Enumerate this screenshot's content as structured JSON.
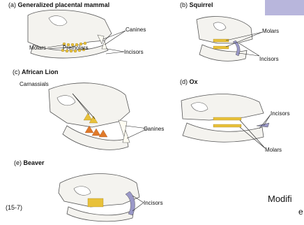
{
  "panels": {
    "a": {
      "letter": "(a)",
      "title": "Generalized placental mammal",
      "labels": {
        "canines": "Canines",
        "molars": "Molars",
        "premolars": "Premolars",
        "incisors": "Incisors"
      }
    },
    "b": {
      "letter": "(b)",
      "title": "Squirrel",
      "labels": {
        "molars": "Molars",
        "incisors": "Incisors"
      }
    },
    "c": {
      "letter": "(c)",
      "title": "African Lion",
      "labels": {
        "carnassials": "Carnassials",
        "canines": "Canines"
      }
    },
    "d": {
      "letter": "(d)",
      "title": "Ox",
      "labels": {
        "incisors": "Incisors",
        "molars": "Molars"
      }
    },
    "e": {
      "letter": "(e)",
      "title": "Beaver",
      "labels": {
        "incisors": "Incisors"
      }
    }
  },
  "figure_number": "(15-7)",
  "footer": {
    "modified": "Modifi",
    "trailing": "e"
  },
  "colors": {
    "accent_bar": "#b8b6dc",
    "tooth_highlight": "#e8c13a",
    "carnassial": "#e07a2a",
    "incisor_highlight": "#9a98c8",
    "bone": "#f4f3ef",
    "outline": "#555555"
  }
}
